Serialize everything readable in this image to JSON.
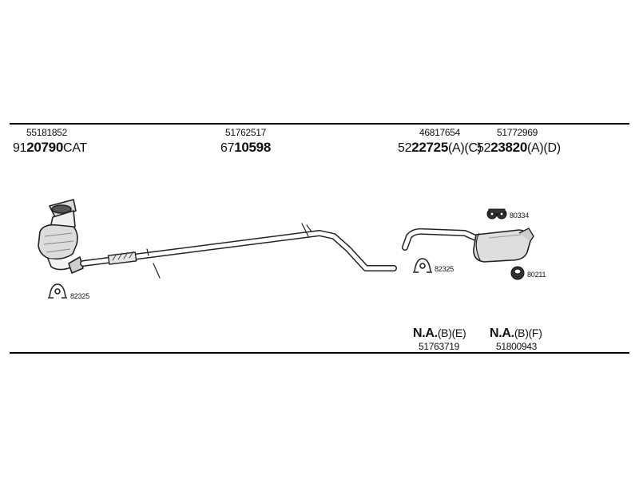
{
  "groups": [
    {
      "id": "catalyst",
      "number": "55181852",
      "code_prefix": "91",
      "code_bold": "20790",
      "code_suffix": "CAT"
    },
    {
      "id": "middle-pipe",
      "number": "51762517",
      "code_prefix": "67",
      "code_bold": "10598",
      "code_suffix": ""
    },
    {
      "id": "front-muffler",
      "number": "46817654",
      "code_prefix": "52",
      "code_bold": "22725",
      "code_suffix": "(A)(C)"
    },
    {
      "id": "rear-muffler",
      "number": "51772969",
      "code_prefix": "52",
      "code_bold": "23820",
      "code_suffix": "(A)(D)"
    }
  ],
  "accessories": [
    {
      "id": "clamp-left",
      "label": "82325"
    },
    {
      "id": "clamp-right",
      "label": "82325"
    },
    {
      "id": "hanger-top",
      "label": "80334"
    },
    {
      "id": "ring-bottom",
      "label": "80211"
    }
  ],
  "not_available": [
    {
      "id": "na-e",
      "bold": "N.A.",
      "suffix": "(B)(E)",
      "number": "51763719"
    },
    {
      "id": "na-f",
      "bold": "N.A.",
      "suffix": "(B)(F)",
      "number": "51800943"
    }
  ]
}
